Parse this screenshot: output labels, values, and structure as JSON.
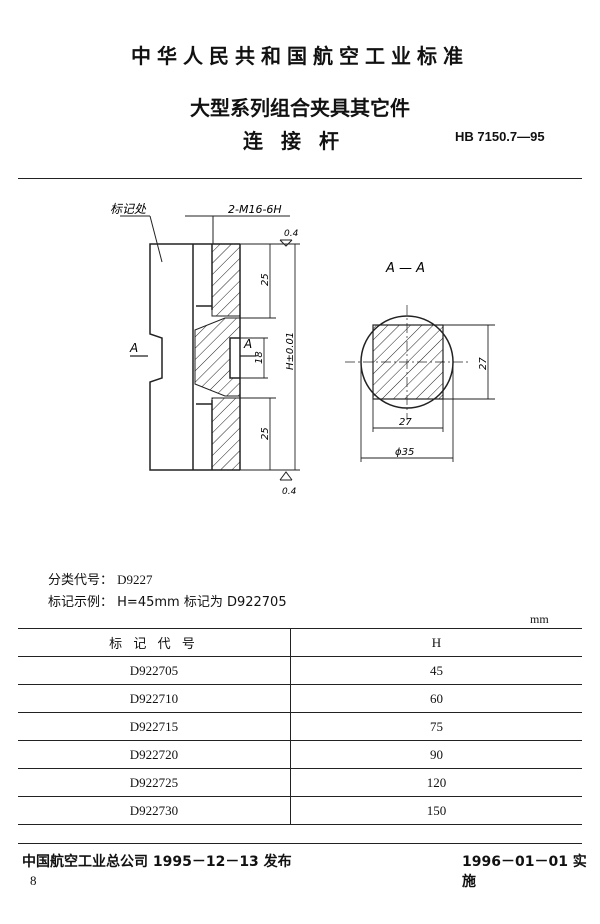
{
  "header": {
    "standard_org": "中华人民共和国航空工业标准",
    "title_line1": "大型系列组合夹具其它件",
    "title_line2": "连接杆",
    "code": "HB 7150.7—95"
  },
  "drawing": {
    "marking_label": "标记处",
    "thread_label": "2-M16-6H",
    "roughness_top": "0.4",
    "roughness_bottom": "0.4",
    "dim_25_top": "25",
    "dim_18": "18",
    "dim_25_bottom": "25",
    "dim_h": "H±0.01",
    "section_mark_left": "A",
    "section_mark_right": "A",
    "section_title": "A — A",
    "dim_27_horizontal": "27",
    "dim_27_vertical": "27",
    "dim_diameter": "ϕ35"
  },
  "info": {
    "class_code_label": "分类代号：",
    "class_code_value": "D9227",
    "example_label": "标记示例：",
    "example_text": "H=45mm   标记为 D922705"
  },
  "table": {
    "unit": "mm",
    "headers": [
      "标 记 代 号",
      "H"
    ],
    "rows": [
      [
        "D922705",
        "45"
      ],
      [
        "D922710",
        "60"
      ],
      [
        "D922715",
        "75"
      ],
      [
        "D922720",
        "90"
      ],
      [
        "D922725",
        "120"
      ],
      [
        "D922730",
        "150"
      ]
    ]
  },
  "footer": {
    "issuer": "中国航空工业总公司 1995－12－13 发布",
    "effective": "1996－01－01 实施",
    "page_number": "8"
  }
}
